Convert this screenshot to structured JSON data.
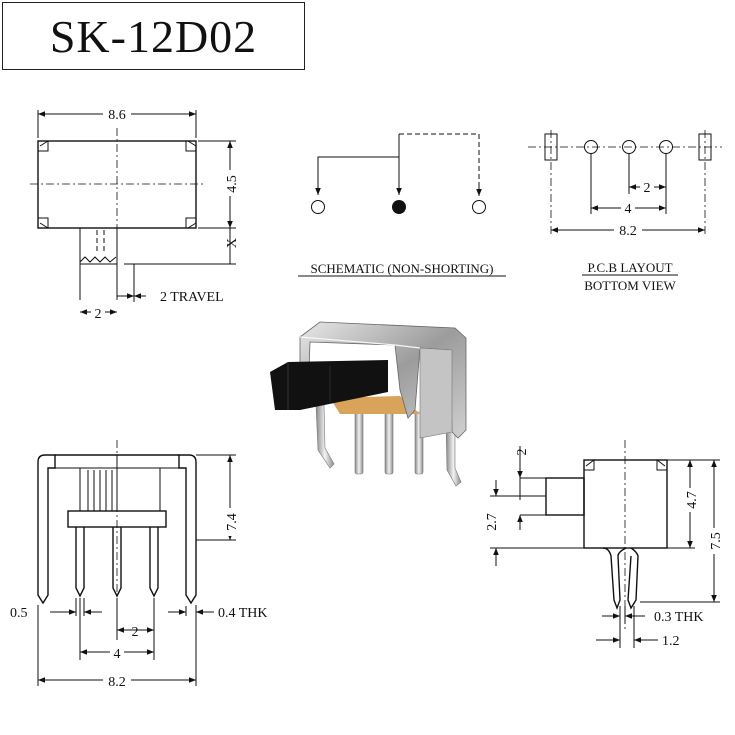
{
  "title": "SK-12D02",
  "top_view": {
    "width": "8.6",
    "height": "4.5",
    "x_label": "X",
    "pin": "2",
    "travel": "2 TRAVEL"
  },
  "schematic": {
    "caption": "SCHEMATIC (NON-SHORTING)"
  },
  "pcb": {
    "caption1": "P.C.B LAYOUT",
    "caption2": "BOTTOM VIEW",
    "pitch": "2",
    "span4": "4",
    "span82": "8.2"
  },
  "front_view": {
    "height": "7.4",
    "pin_w": "0.5",
    "thk": "0.4 THK",
    "pitch": "2",
    "span4": "4",
    "width": "8.2"
  },
  "side_view": {
    "actuator": "2",
    "act_h": "2.7",
    "body_h": "4.7",
    "total_h": "7.5",
    "thk": "0.3 THK",
    "pin_w": "1.2"
  },
  "colors": {
    "line": "#111111",
    "metal": "#b8b8b8",
    "actuator": "#111111",
    "base": "#d9a35a"
  }
}
